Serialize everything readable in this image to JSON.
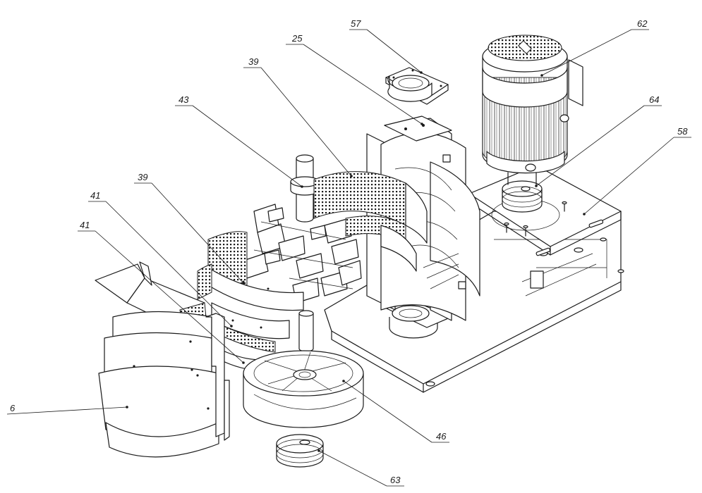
{
  "callouts": [
    {
      "id": "c57",
      "label": "57"
    },
    {
      "id": "c62",
      "label": "62"
    },
    {
      "id": "c25",
      "label": "25"
    },
    {
      "id": "c39a",
      "label": "39"
    },
    {
      "id": "c43",
      "label": "43"
    },
    {
      "id": "c64",
      "label": "64"
    },
    {
      "id": "c58",
      "label": "58"
    },
    {
      "id": "c39b",
      "label": "39"
    },
    {
      "id": "c41a",
      "label": "41"
    },
    {
      "id": "c41b",
      "label": "41"
    },
    {
      "id": "c6",
      "label": "6"
    },
    {
      "id": "c46",
      "label": "46"
    },
    {
      "id": "c63",
      "label": "63"
    }
  ]
}
